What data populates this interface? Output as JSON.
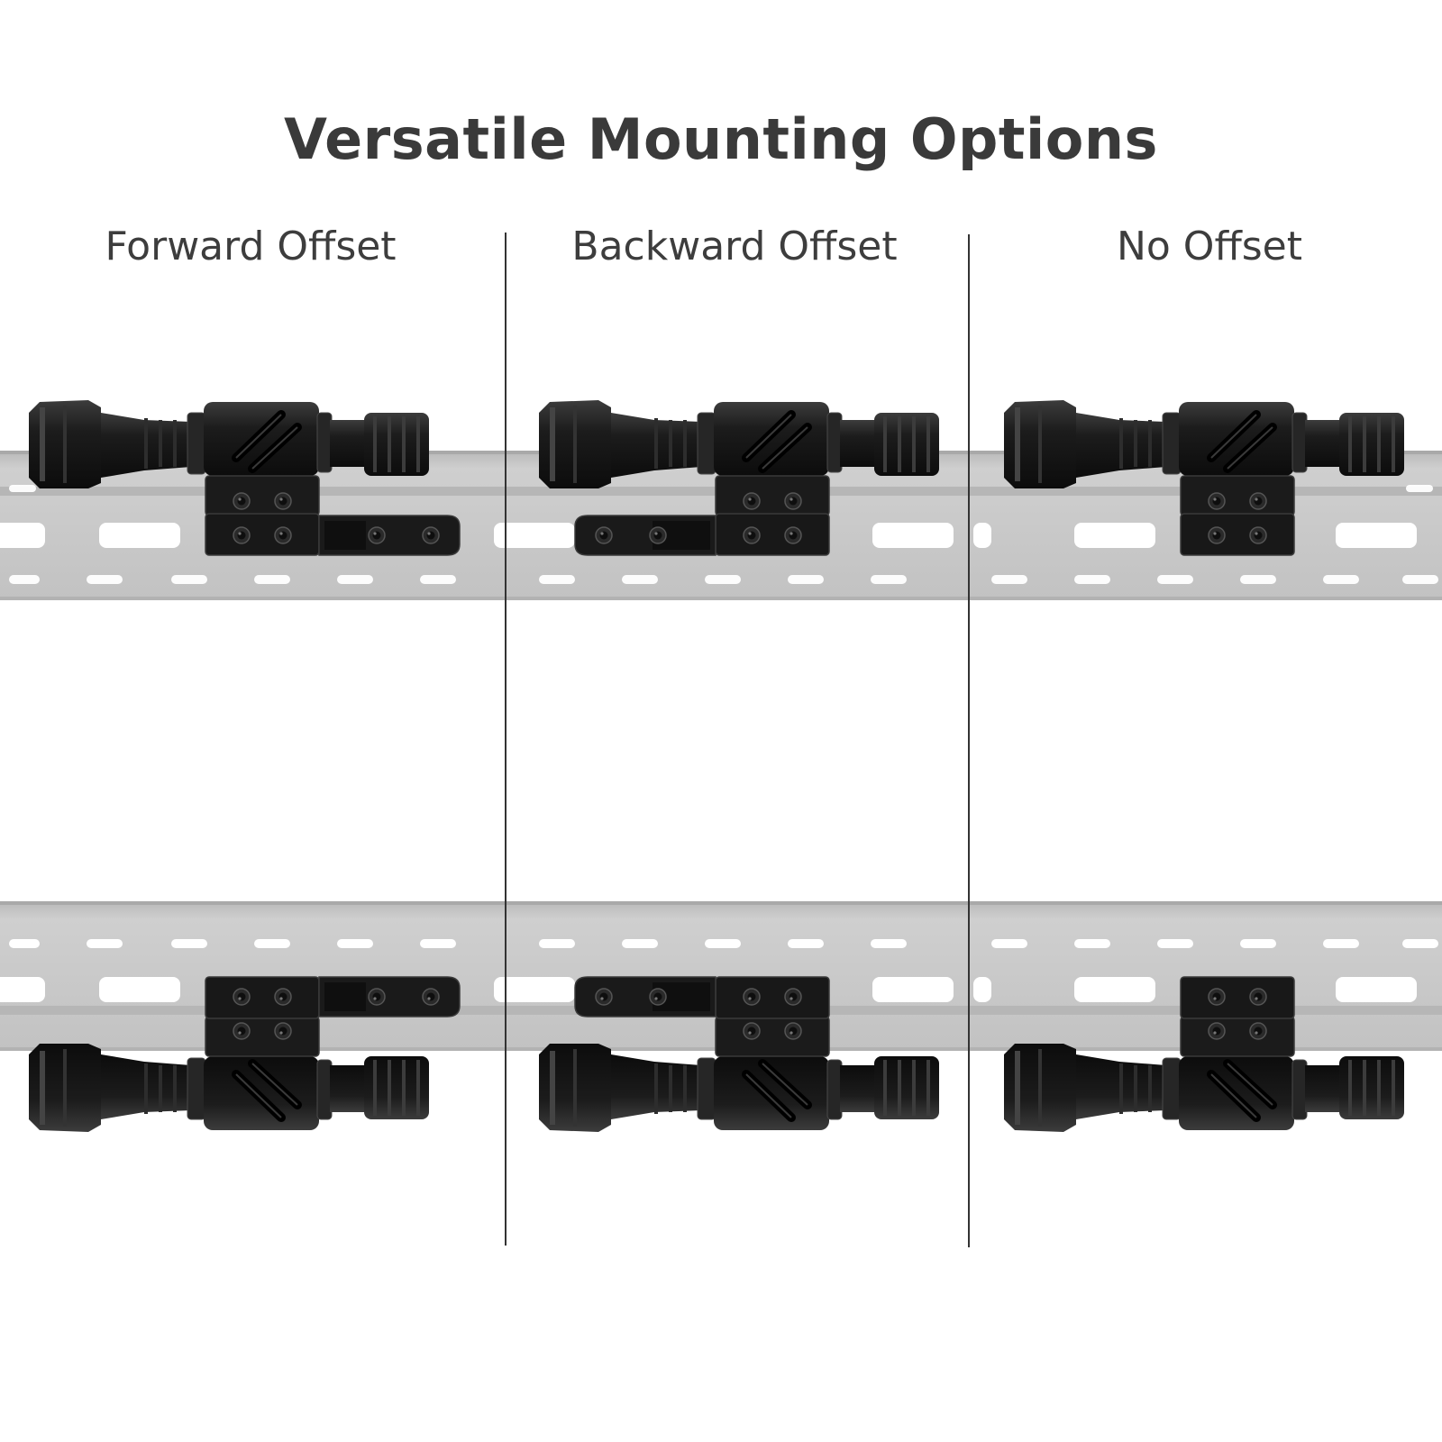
{
  "title": "Versatile Mounting Options",
  "columns": [
    {
      "label": "Forward Offset",
      "offset": "forward"
    },
    {
      "label": "Backward Offset",
      "offset": "backward"
    },
    {
      "label": "No Offset",
      "offset": "none"
    }
  ],
  "colors": {
    "text": "#3a3a3a",
    "rail": "#c4c4c4",
    "rail_edge": "#a9a9a9",
    "slot": "#ffffff",
    "light_body": "#161616",
    "light_highlight": "#3c3c3c",
    "divider": "#333333"
  },
  "icons": [
    "flashlight-icon",
    "mount-screw-icon",
    "mlok-rail-icon"
  ]
}
